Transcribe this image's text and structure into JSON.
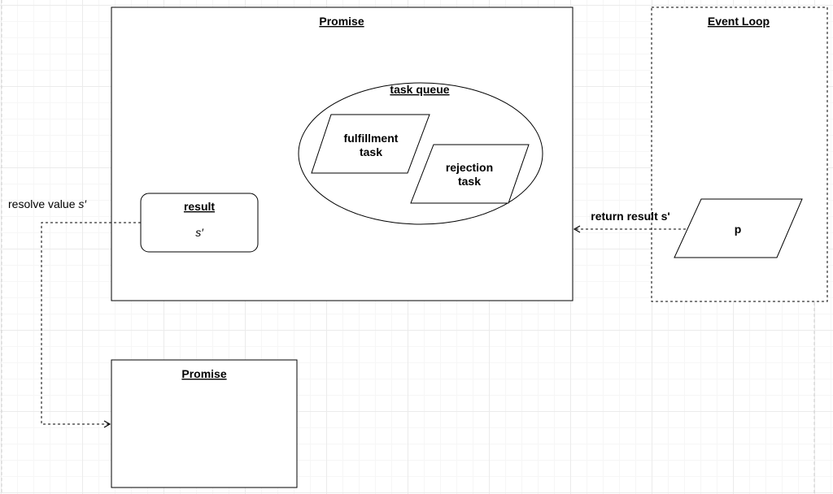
{
  "promise_main": {
    "title": "Promise"
  },
  "task_queue": {
    "title": "task queue",
    "fulfillment_task_line1": "fulfillment",
    "fulfillment_task_line2": "task",
    "rejection_task_line1": "rejection",
    "rejection_task_line2": "task"
  },
  "result_box": {
    "title": "result",
    "value": "s′"
  },
  "event_loop": {
    "title": "Event Loop",
    "item": "p"
  },
  "edges": {
    "return_result": "return result s'",
    "resolve_value_prefix": "resolve value ",
    "resolve_value_var": "s′"
  },
  "promise_next": {
    "title": "Promise"
  }
}
